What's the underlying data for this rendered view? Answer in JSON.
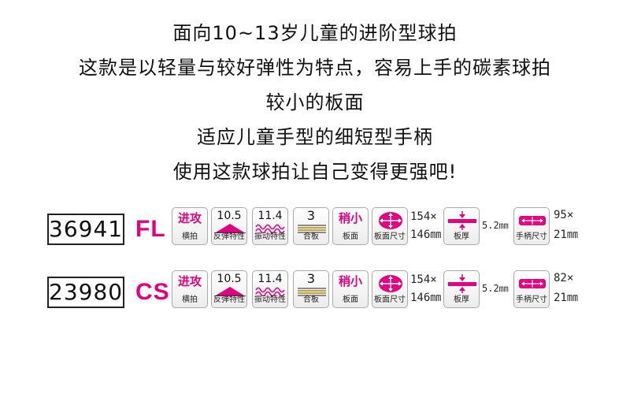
{
  "intro": {
    "lines": [
      "面向10~13岁儿童的进阶型球拍",
      "这款是以轻量与较好弹性为特点，容易上手的碳素球拍",
      "较小的板面",
      "适应儿童手型的细短型手柄",
      "使用这款球拍让自己变得更强吧!"
    ]
  },
  "models": [
    {
      "model_number": "36941",
      "series_code": "FL",
      "play_style": {
        "value": "进攻",
        "caption": "横拍"
      },
      "rebound": {
        "value": "10.5",
        "caption": "反弹特性"
      },
      "vibration": {
        "value": "11.4",
        "caption": "振动特性"
      },
      "ply": {
        "value": "3",
        "caption": "合板"
      },
      "head_size_label": {
        "value": "稍小",
        "caption": "板面"
      },
      "head_size": {
        "caption": "板面尺寸",
        "dim_a": "154×",
        "dim_b": "146㎜"
      },
      "thickness": {
        "caption": "板厚",
        "value": "5.2㎜"
      },
      "handle_size": {
        "caption": "手柄尺寸",
        "dim_a": "95×",
        "dim_b": "21㎜"
      }
    },
    {
      "model_number": "23980",
      "series_code": "CS",
      "play_style": {
        "value": "进攻",
        "caption": "横拍"
      },
      "rebound": {
        "value": "10.5",
        "caption": "反弹特性"
      },
      "vibration": {
        "value": "11.4",
        "caption": "振动特性"
      },
      "ply": {
        "value": "3",
        "caption": "合板"
      },
      "head_size_label": {
        "value": "稍小",
        "caption": "板面"
      },
      "head_size": {
        "caption": "板面尺寸",
        "dim_a": "154×",
        "dim_b": "146㎜"
      },
      "thickness": {
        "caption": "板厚",
        "value": "5.2㎜"
      },
      "handle_size": {
        "caption": "手柄尺寸",
        "dim_a": "82×",
        "dim_b": "21㎜"
      }
    }
  ],
  "colors": {
    "accent": "#e4007f",
    "text": "#111111",
    "badge_border": "#aaaaaa"
  },
  "icons": [
    "rebound-triangle-icon",
    "vibration-wave-icon",
    "ply-lines-icon",
    "head-size-arrows-icon",
    "thickness-arrows-icon",
    "handle-size-arrows-icon"
  ]
}
